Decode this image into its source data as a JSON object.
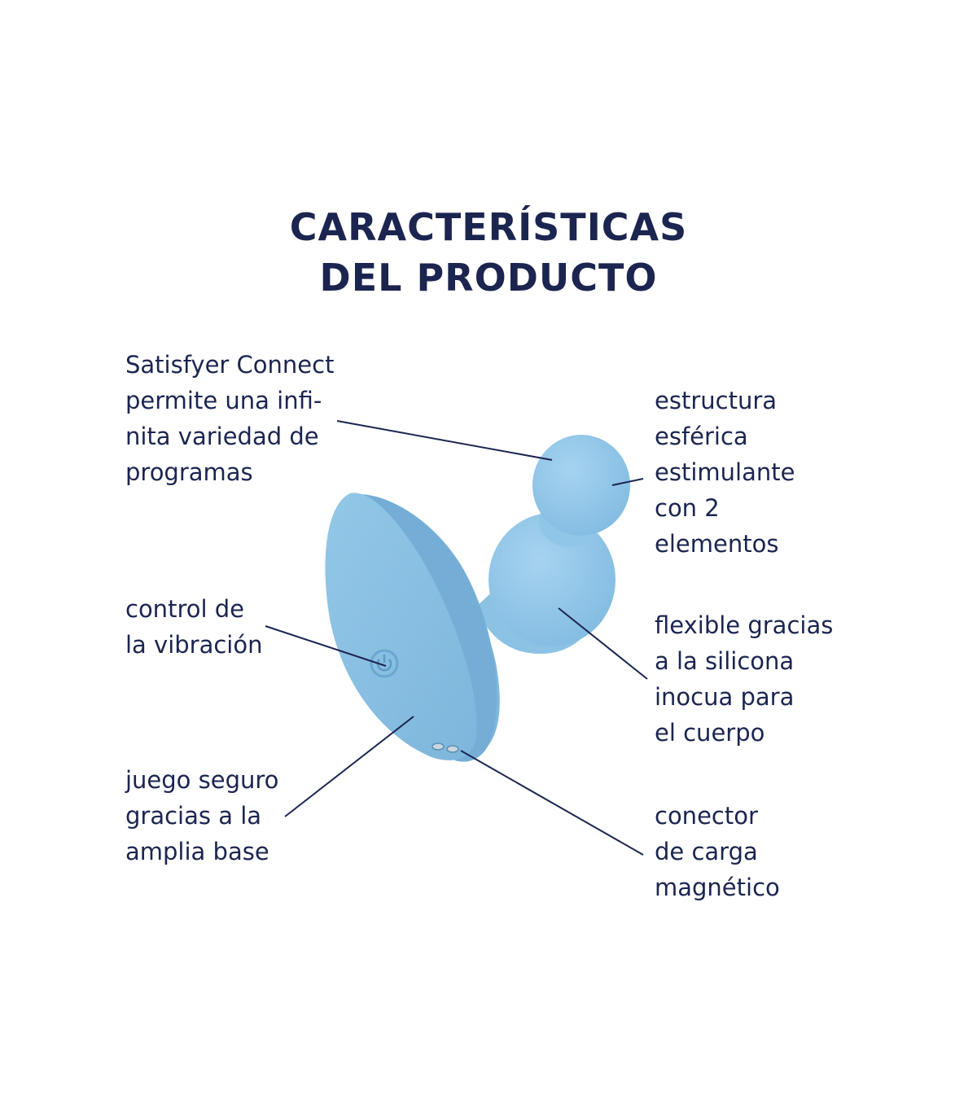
{
  "title": {
    "line1": "CARACTERÍSTICAS",
    "line2": "DEL PRODUCTO"
  },
  "colors": {
    "text": "#1c2550",
    "product": "#8fc5e6",
    "product_shadow": "#6fa9d1",
    "background": "#ffffff"
  },
  "callouts": {
    "app": {
      "lines": [
        "Satisfyer Connect",
        "permite una infi-",
        "nita variedad de",
        "programas"
      ]
    },
    "sphere": {
      "lines": [
        "estructura",
        "esférica",
        "estimulante",
        "con 2",
        "elementos"
      ]
    },
    "vibration": {
      "lines": [
        "control de",
        "la vibración"
      ]
    },
    "flexible": {
      "lines": [
        "flexible gracias",
        "a la silicona",
        "inocua para",
        "el cuerpo"
      ]
    },
    "base": {
      "lines": [
        "juego seguro",
        "gracias a la",
        "amplia base"
      ]
    },
    "charger": {
      "lines": [
        "conector",
        "de carga",
        "magnético"
      ]
    }
  }
}
